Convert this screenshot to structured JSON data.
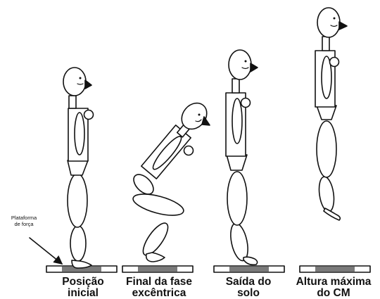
{
  "platform_label": [
    "Plataforma",
    "de força"
  ],
  "phases": [
    {
      "lines": [
        "Posição",
        "inicial"
      ]
    },
    {
      "lines": [
        "Final da fase",
        "excêntrica"
      ]
    },
    {
      "lines": [
        "Saída do",
        "solo"
      ]
    },
    {
      "lines": [
        "Altura máxima",
        "do CM"
      ]
    }
  ],
  "colors": {
    "stroke": "#111111",
    "platform_fill": "#eeeeee",
    "platform_plate": "#7a7a7a"
  }
}
